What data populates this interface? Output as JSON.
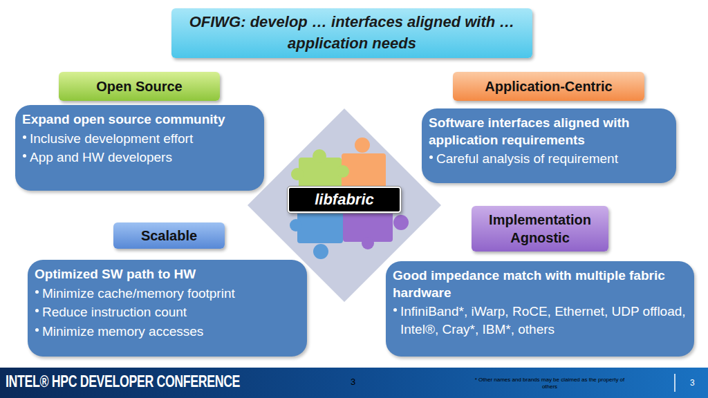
{
  "diagram": {
    "nodes": [
      {
        "text": [
          "OFIWG: develop … interfaces aligned with … application needs"
        ]
      },
      {
        "text": [
          "Open Source"
        ]
      },
      {
        "text": [
          "Application-Centric"
        ]
      },
      {
        "text": [
          "Expand open source community",
          "Inclusive development effort",
          "App and HW developers"
        ]
      },
      {
        "text": [
          "Software interfaces aligned with application requirements",
          "Careful analysis of requirement"
        ]
      },
      {
        "text": [
          "libfabric"
        ]
      },
      {
        "text": [
          "Implementation Agnostic"
        ]
      },
      {
        "text": [
          "Scalable"
        ]
      },
      {
        "text": [
          "Optimized SW path to HW",
          "Minimize cache/memory footprint",
          "Reduce instruction count",
          "Minimize memory accesses"
        ]
      },
      {
        "text": [
          "Good impedance match with multiple fabric hardware",
          "InfiniBand*, iWarp, RoCE, Ethernet, UDP offload, Intel®, Cray*, IBM*, others"
        ]
      }
    ],
    "labels": [
      "INTEL® HPC DEVELOPER CONFERENCE",
      "3",
      "* Other names and brands may be claimed as the property of others",
      "3"
    ]
  }
}
